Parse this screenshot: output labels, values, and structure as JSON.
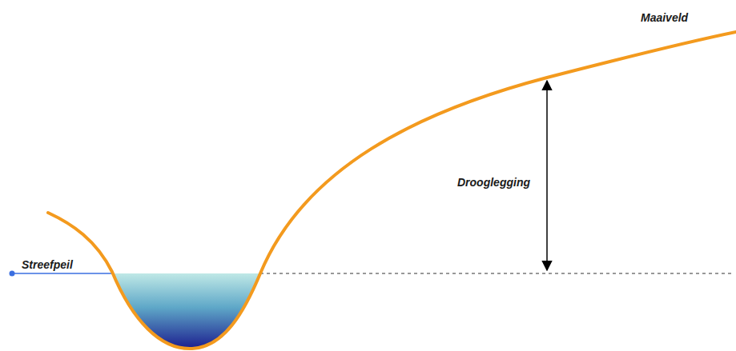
{
  "diagram": {
    "labels": [
      "Maaiveld",
      "Drooglegging",
      "Streefpeil"
    ]
  }
}
